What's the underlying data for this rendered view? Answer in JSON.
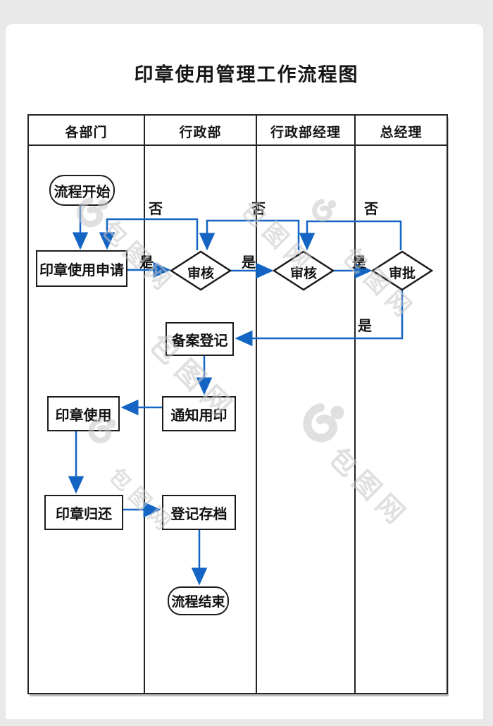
{
  "title": "印章使用管理工作流程图",
  "lanes": [
    {
      "label": "各部门"
    },
    {
      "label": "行政部"
    },
    {
      "label": "行政部经理"
    },
    {
      "label": "总经理"
    }
  ],
  "nodes": {
    "start": {
      "label": "流程开始",
      "type": "terminator",
      "lane": "各部门"
    },
    "apply": {
      "label": "印章使用申请",
      "type": "process",
      "lane": "各部门"
    },
    "review1": {
      "label": "审核",
      "type": "decision",
      "lane": "行政部"
    },
    "review2": {
      "label": "审核",
      "type": "decision",
      "lane": "行政部经理"
    },
    "approve": {
      "label": "审批",
      "type": "decision",
      "lane": "总经理"
    },
    "record": {
      "label": "备案登记",
      "type": "process",
      "lane": "行政部"
    },
    "notify": {
      "label": "通知用印",
      "type": "process",
      "lane": "行政部"
    },
    "use": {
      "label": "印章使用",
      "type": "process",
      "lane": "各部门"
    },
    "return": {
      "label": "印章归还",
      "type": "process",
      "lane": "各部门"
    },
    "archive": {
      "label": "登记存档",
      "type": "process",
      "lane": "行政部"
    },
    "end": {
      "label": "流程结束",
      "type": "terminator",
      "lane": "行政部"
    }
  },
  "edge_labels": {
    "yes": "是",
    "no": "否"
  },
  "edges": [
    {
      "from": "start",
      "to": "apply",
      "label": ""
    },
    {
      "from": "apply",
      "to": "review1",
      "label": "是"
    },
    {
      "from": "review1",
      "to": "apply",
      "label": "否"
    },
    {
      "from": "review1",
      "to": "review2",
      "label": "是"
    },
    {
      "from": "review2",
      "to": "review1",
      "label": "否"
    },
    {
      "from": "review2",
      "to": "approve",
      "label": "是"
    },
    {
      "from": "approve",
      "to": "review2",
      "label": "否"
    },
    {
      "from": "approve",
      "to": "record",
      "label": "是"
    },
    {
      "from": "record",
      "to": "notify",
      "label": ""
    },
    {
      "from": "notify",
      "to": "use",
      "label": ""
    },
    {
      "from": "use",
      "to": "return",
      "label": ""
    },
    {
      "from": "return",
      "to": "archive",
      "label": ""
    },
    {
      "from": "archive",
      "to": "end",
      "label": ""
    }
  ],
  "watermark": {
    "text": "包图网",
    "logo": "baotu-b-dot"
  },
  "colors": {
    "arrow": "#1464c3",
    "shape_border": "#1c1c1c",
    "table_border": "#232323",
    "text": "#111111",
    "watermark": "#c7c7c7",
    "page_bg": "#ffffff",
    "outer_bg": "#e9e9e9"
  }
}
